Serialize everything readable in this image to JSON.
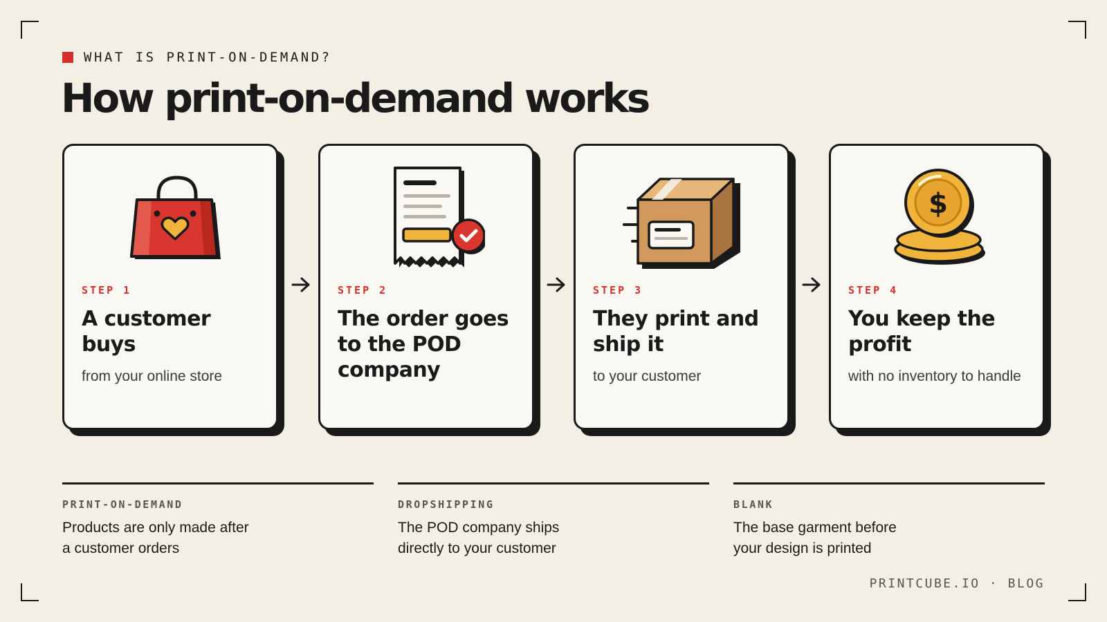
{
  "eyebrow": "WHAT IS PRINT-ON-DEMAND?",
  "title": "How print-on-demand works",
  "steps": [
    {
      "step": "STEP 1",
      "head": "A customer buys",
      "sub": "from your online store",
      "icon": "shopping-bag-icon"
    },
    {
      "step": "STEP 2",
      "head": "The order goes to the POD company",
      "sub": "",
      "icon": "receipt-check-icon"
    },
    {
      "step": "STEP 3",
      "head": "They print and ship it",
      "sub": "to your customer",
      "icon": "shipping-box-icon"
    },
    {
      "step": "STEP 4",
      "head": "You keep the profit",
      "sub": "with no inventory to handle",
      "icon": "coin-stack-icon"
    }
  ],
  "definitions": [
    {
      "term": "PRINT-ON-DEMAND",
      "desc": "Products are only made after a customer orders"
    },
    {
      "term": "DROPSHIPPING",
      "desc": "The POD company ships directly to your customer"
    },
    {
      "term": "BLANK",
      "desc": "The base garment before your design is printed"
    }
  ],
  "footer": "PRINTCUBE.IO · BLOG",
  "colors": {
    "accent": "#d62e2a",
    "background": "#f3efe5",
    "card": "#faf8f2",
    "ink": "#1a1a1a",
    "gold": "#f0b43a",
    "cardboard": "#d19a5c"
  }
}
